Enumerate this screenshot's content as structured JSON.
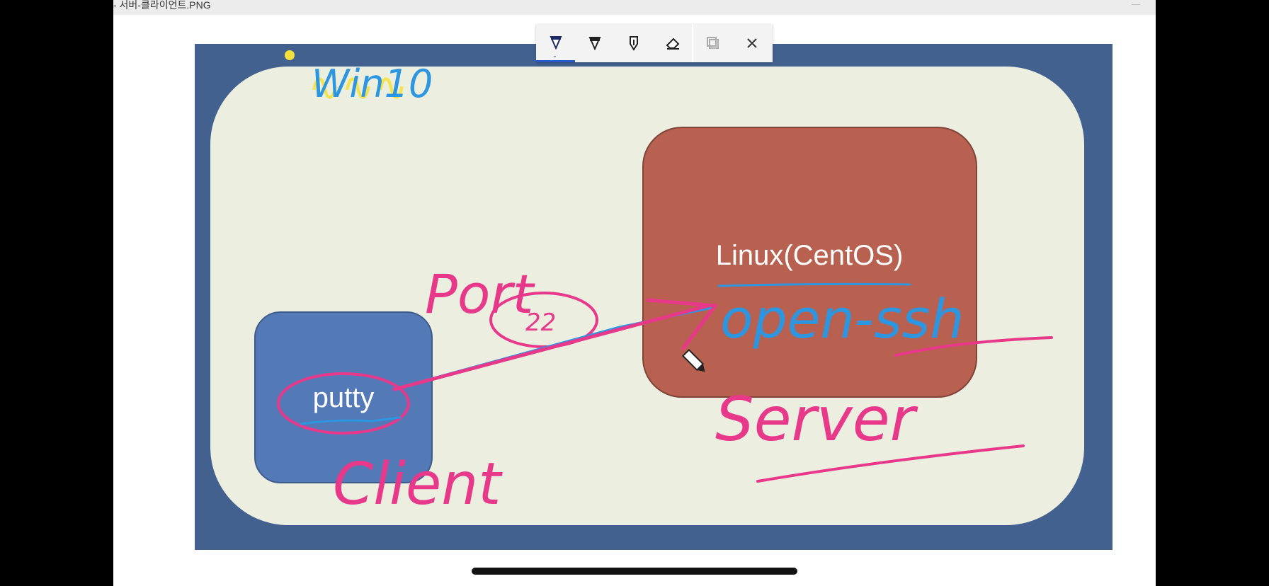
{
  "window": {
    "title": "- 서버-클라이언트.PNG"
  },
  "toolbar": {
    "tools": [
      {
        "icon": "ballpoint-pen-icon",
        "active": true
      },
      {
        "icon": "pencil-icon",
        "active": false
      },
      {
        "icon": "highlighter-icon",
        "active": false
      },
      {
        "icon": "eraser-icon",
        "active": false
      },
      {
        "icon": "crop-icon",
        "active": false
      },
      {
        "icon": "close-icon",
        "active": false
      }
    ],
    "accent": "#2b56c8"
  },
  "diagram": {
    "client_label": "putty",
    "server_label": "Linux(CentOS)",
    "colors": {
      "outer_frame": "#43618f",
      "background": "#ecefe0",
      "client_box": "#5479b7",
      "server_box": "#b86150",
      "pink_ink": "#e8388a",
      "blue_ink": "#2d96e0",
      "yellow_ink": "#f5e13a"
    }
  },
  "handwriting": {
    "win10": "Win10",
    "port": "Port",
    "port_number": "22",
    "openssh": "open-ssh",
    "server": "Server",
    "client": "Client"
  }
}
